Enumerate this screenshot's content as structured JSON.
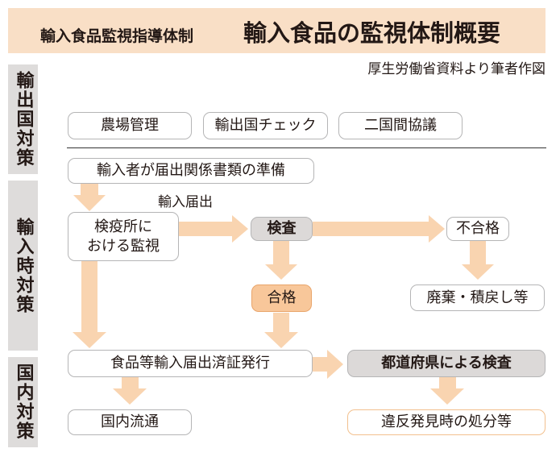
{
  "header": {
    "subtitle": "輸入食品監視指導体制",
    "title": "輸入食品の監視体制概要"
  },
  "source": "厚生労働省資料より筆者作図",
  "sections": {
    "export": "輸出国対策",
    "import": "輸入時対策",
    "domestic": "国内対策"
  },
  "boxes": {
    "farm_management": "農場管理",
    "export_check": "輸出国チェック",
    "bilateral": "二国間協議",
    "preparation": "輸入者が届出関係書類の準備",
    "quarantine": "検疫所に\nおける監視",
    "inspection": "検査",
    "fail": "不合格",
    "pass": "合格",
    "disposal": "廃棄・積戻し等",
    "certificate": "食品等輸入届出済証発行",
    "prefecture_inspection": "都道府県による検査",
    "domestic_distribution": "国内流通",
    "violation": "違反発見時の処分等"
  },
  "labels": {
    "import_notification": "輸入届出"
  },
  "colors": {
    "header_bg": "#f9dfc6",
    "side_bg": "#dedcdb",
    "arrow": "#f9d4b0",
    "pass_fill": "#f8c79a",
    "gray_fill": "#dcd9d8"
  }
}
